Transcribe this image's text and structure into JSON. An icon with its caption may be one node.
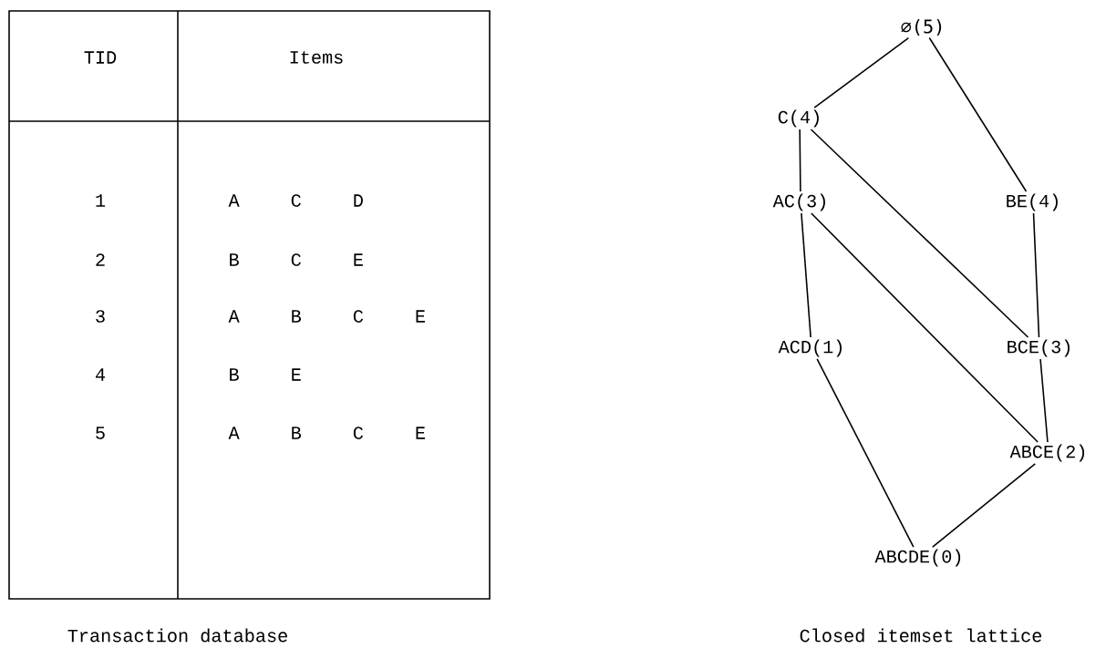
{
  "diagram": {
    "nodes": [
      {
        "text": [
          "∅(5)"
        ]
      },
      {
        "text": [
          "C(4)"
        ]
      },
      {
        "text": [
          "AC(3)"
        ]
      },
      {
        "text": [
          "BE(4)"
        ]
      },
      {
        "text": [
          "ACD(1)"
        ]
      },
      {
        "text": [
          "BCE(3)"
        ]
      },
      {
        "text": [
          "ABCE(2)"
        ]
      },
      {
        "text": [
          "ABCDE(0)"
        ]
      }
    ],
    "edges": [
      {
        "from": 0,
        "to": 1,
        "arrow": "none"
      },
      {
        "from": 0,
        "to": 3,
        "arrow": "none"
      },
      {
        "from": 1,
        "to": 2,
        "arrow": "none"
      },
      {
        "from": 1,
        "to": 5,
        "arrow": "none"
      },
      {
        "from": 2,
        "to": 4,
        "arrow": "none"
      },
      {
        "from": 2,
        "to": 6,
        "arrow": "none"
      },
      {
        "from": 3,
        "to": 5,
        "arrow": "none"
      },
      {
        "from": 5,
        "to": 6,
        "arrow": "none"
      },
      {
        "from": 4,
        "to": 7,
        "arrow": "none"
      },
      {
        "from": 6,
        "to": 7,
        "arrow": "none"
      }
    ],
    "labels": [
      "TID",
      "Items",
      "1",
      "A C D",
      "2",
      "B C E",
      "3",
      "A B C E",
      "4",
      "B E",
      "5",
      "A B C E",
      "Transaction database",
      "Closed itemset lattice"
    ]
  }
}
